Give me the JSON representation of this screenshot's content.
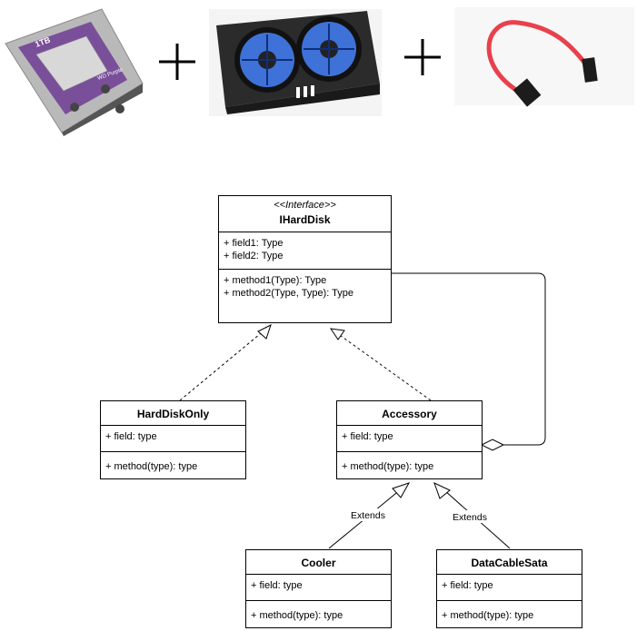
{
  "illustration": {
    "hard_disk": {
      "label": "WD Purple",
      "capacity": "1TB",
      "color": "#7a4f9a"
    },
    "plus_1": "+",
    "cooler": {
      "fan_color": "#3f72d8"
    },
    "plus_2": "+",
    "sata_cable": {
      "color": "#e8414d"
    }
  },
  "diagram": {
    "interface": {
      "stereotype": "<<Interface>>",
      "name": "IHardDisk",
      "fields": [
        "+ field1: Type",
        "+ field2: Type"
      ],
      "methods": [
        "+ method1(Type): Type",
        "+ method2(Type, Type): Type"
      ]
    },
    "hard_disk_only": {
      "name": "HardDiskOnly",
      "field": "+ field: type",
      "method": "+ method(type): type"
    },
    "accessory": {
      "name": "Accessory",
      "field": "+ field: type",
      "method": "+ method(type): type"
    },
    "cooler": {
      "name": "Cooler",
      "field": "+ field: type",
      "method": "+ method(type): type"
    },
    "data_cable_sata": {
      "name": "DataCableSata",
      "field": "+ field: type",
      "method": "+ method(type): type"
    },
    "relations": {
      "extends_left": "Extends",
      "extends_right": "Extends"
    }
  }
}
